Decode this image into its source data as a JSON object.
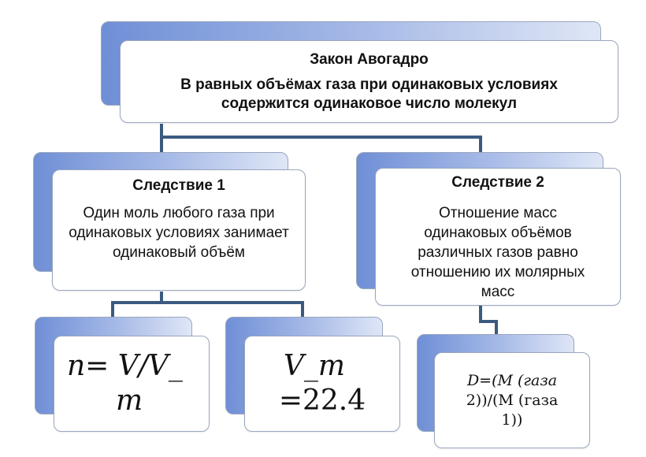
{
  "root": {
    "title": "Закон Авогадро",
    "text": "В равных объёмах газа при одинаковых условиях содержится одинаковое число молекул"
  },
  "consequence1": {
    "title": "Следствие 1",
    "text": "Один моль любого газа при одинаковых условиях занимает одинаковый объём"
  },
  "consequence2": {
    "title": "Следствие 2",
    "text": "Отношение масс одинаковых объёмов различных газов равно отношению их молярных масс"
  },
  "formula1": {
    "line1": "n= V/V_",
    "line2": "m"
  },
  "formula2": {
    "line1": "V_m",
    "line2": "=22.4"
  },
  "formula3": {
    "line1": "D=(М (газа",
    "line2": "2))/(М (газа",
    "line3": "1))"
  },
  "colors": {
    "connector": "#3c5a80",
    "border": "#9aa6bf",
    "back_gradient_start": "#6f8fd6",
    "back_gradient_end": "#dfe6f6"
  }
}
